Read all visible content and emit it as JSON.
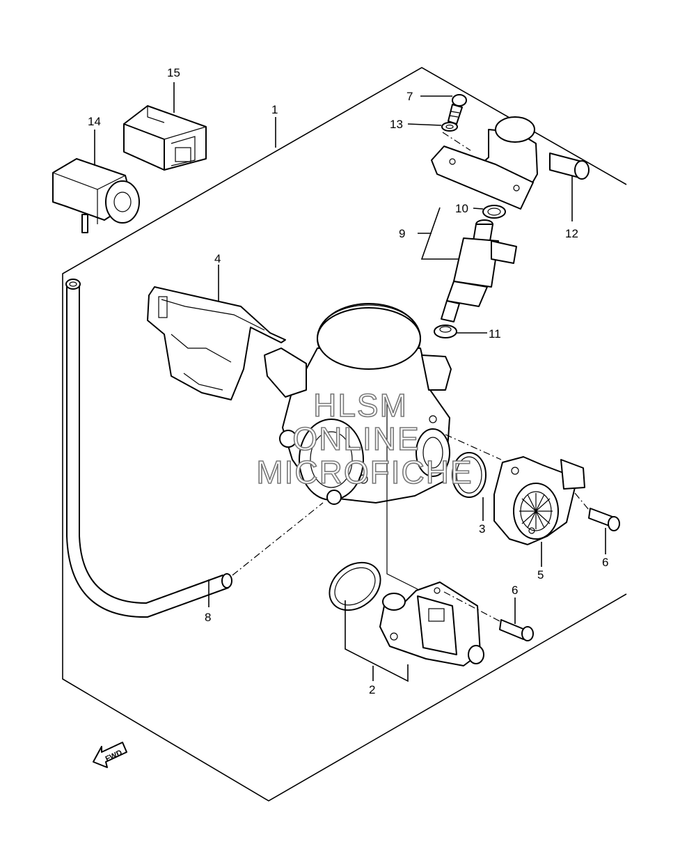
{
  "callouts": {
    "c1": "1",
    "c2": "2",
    "c3": "3",
    "c4": "4",
    "c5": "5",
    "c6a": "6",
    "c6b": "6",
    "c7": "7",
    "c8": "8",
    "c9": "9",
    "c10": "10",
    "c11": "11",
    "c12": "12",
    "c13": "13",
    "c14": "14",
    "c15": "15"
  },
  "watermark": {
    "line1": "HLSM",
    "line2": "ONLINE",
    "line3": "MICROFICHE"
  },
  "direction": {
    "label": "FWD",
    "icon": "forward-arrow-icon"
  }
}
